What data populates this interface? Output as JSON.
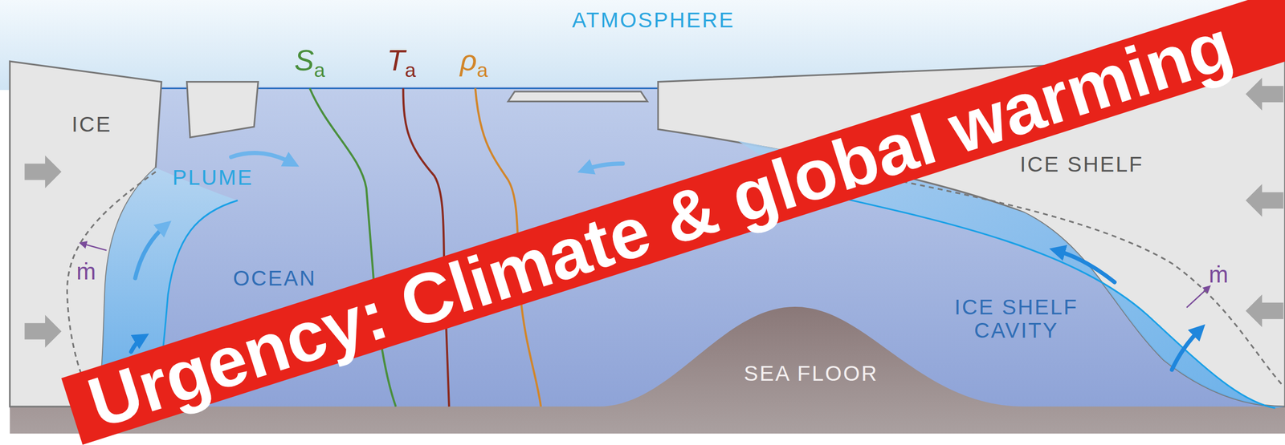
{
  "diagram": {
    "labels": [
      "ATMOSPHERE",
      "Sa",
      "Ta",
      "ρa",
      "ICE",
      "PLUME",
      "ICE SHELF",
      "ṁ",
      "OCEAN",
      "ṁ",
      "ICE SHELF CAVITY",
      "SEA FLOOR",
      "Urgency: Climate & global warming"
    ]
  }
}
